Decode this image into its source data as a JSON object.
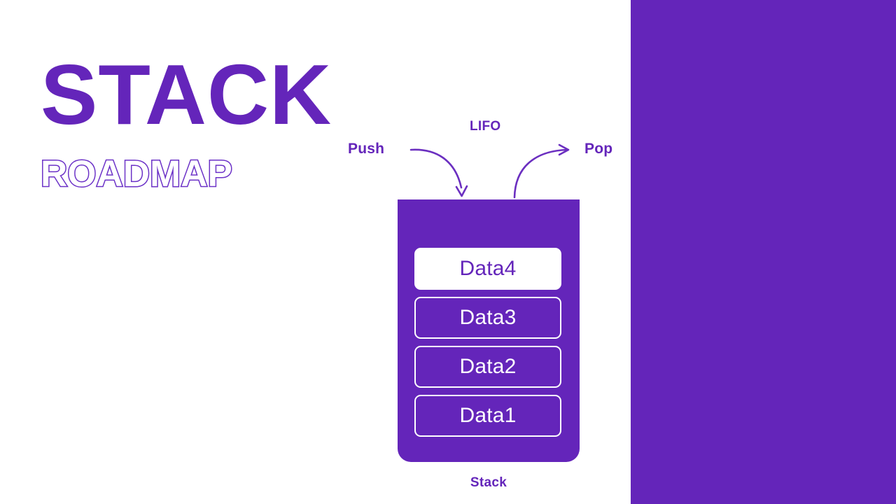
{
  "slide": {
    "title": "STACK",
    "subtitle": "ROADMAP",
    "background_color": "#FFFFFF",
    "accent_color": "#6425BA",
    "panel_color": "#6425BA"
  },
  "diagram": {
    "order_label": "LIFO",
    "push_label": "Push",
    "pop_label": "Pop",
    "caption": "Stack",
    "push_arrow": "curved-arrow-down-icon",
    "pop_arrow": "curved-arrow-up-right-icon",
    "items": [
      {
        "label": "Data4",
        "style": "top"
      },
      {
        "label": "Data3",
        "style": "body"
      },
      {
        "label": "Data2",
        "style": "body"
      },
      {
        "label": "Data1",
        "style": "body"
      }
    ]
  }
}
